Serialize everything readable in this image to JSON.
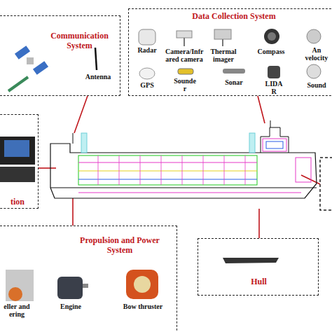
{
  "diagram": {
    "nodes": [
      {
        "text": [
          "Communication System"
        ]
      },
      {
        "text": [
          "Data Collection System"
        ]
      },
      {
        "text": [
          "tion"
        ]
      },
      {
        "text": [
          "Propulsion and Power System"
        ]
      },
      {
        "text": [
          "Hull"
        ]
      }
    ],
    "labels": [
      "Antenna",
      "Radar",
      "Camera/Infr ared camera",
      "Thermal imager",
      "Compass",
      "An velocity",
      "GPS",
      "Sounde r",
      "Sonar",
      "LIDA R",
      "Sound",
      "eller and ering",
      "Engine",
      "Bow thruster"
    ]
  }
}
